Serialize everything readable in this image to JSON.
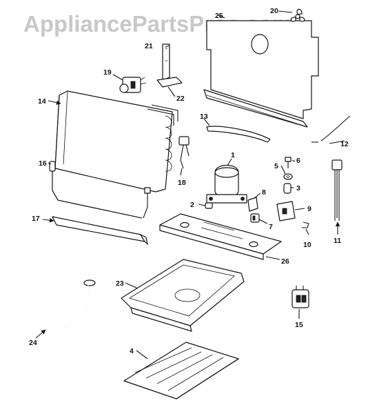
{
  "watermark": "AppliancePartsPros.com",
  "callouts": [
    "1",
    "2",
    "3",
    "4",
    "5",
    "6",
    "7",
    "8",
    "9",
    "10",
    "11",
    "12",
    "13",
    "14",
    "15",
    "16",
    "17",
    "18",
    "19",
    "20",
    "21",
    "22",
    "23",
    "24",
    "25",
    "26"
  ],
  "colors": {
    "ink": "#111111",
    "watermark": "#c8c8c8",
    "background": "#ffffff"
  }
}
